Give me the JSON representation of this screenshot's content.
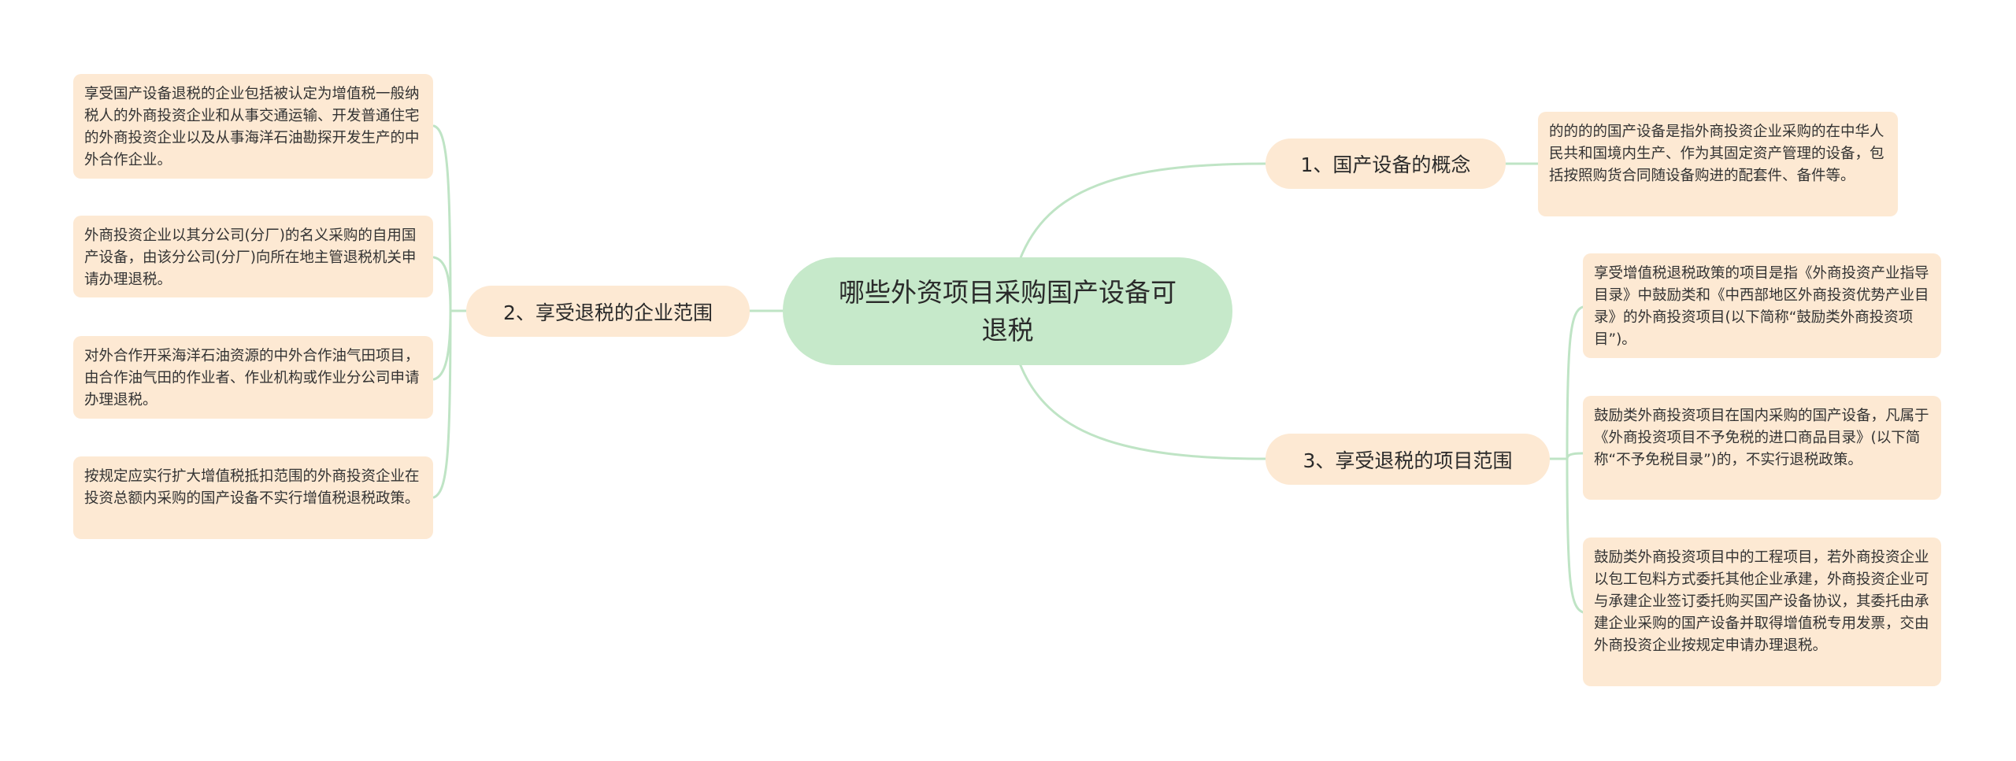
{
  "colors": {
    "root_fill": "#c6e9ca",
    "topic_fill": "#fde9d3",
    "connector": "#bfe4c5",
    "background": "#ffffff"
  },
  "root": {
    "title": "哪些外资项目采购国产设备可退税"
  },
  "topics": [
    {
      "label": "1、国产设备的概念",
      "side": "right",
      "details": [
        "的的的的国产设备是指外商投资企业采购的在中华人民共和国境内生产、作为其固定资产管理的设备，包括按照购货合同随设备购进的配套件、备件等。"
      ]
    },
    {
      "label": "2、享受退税的企业范围",
      "side": "left",
      "details": [
        "享受国产设备退税的企业包括被认定为增值税一般纳税人的外商投资企业和从事交通运输、开发普通住宅的外商投资企业以及从事海洋石油勘探开发生产的中外合作企业。",
        "外商投资企业以其分公司(分厂)的名义采购的自用国产设备，由该分公司(分厂)向所在地主管退税机关申请办理退税。",
        "对外合作开采海洋石油资源的中外合作油气田项目，由合作油气田的作业者、作业机构或作业分公司申请办理退税。",
        "按规定应实行扩大增值税抵扣范围的外商投资企业在投资总额内采购的国产设备不实行增值税退税政策。"
      ]
    },
    {
      "label": "3、享受退税的项目范围",
      "side": "right",
      "details": [
        "享受增值税退税政策的项目是指《外商投资产业指导目录》中鼓励类和《中西部地区外商投资优势产业目录》的外商投资项目(以下简称“鼓励类外商投资项目”)。",
        "鼓励类外商投资项目在国内采购的国产设备，凡属于《外商投资项目不予免税的进口商品目录》(以下简称“不予免税目录”)的，不实行退税政策。",
        "鼓励类外商投资项目中的工程项目，若外商投资企业以包工包料方式委托其他企业承建，外商投资企业可与承建企业签订委托购买国产设备协议，其委托由承建企业采购的国产设备并取得增值税专用发票，交由外商投资企业按规定申请办理退税。"
      ]
    }
  ]
}
